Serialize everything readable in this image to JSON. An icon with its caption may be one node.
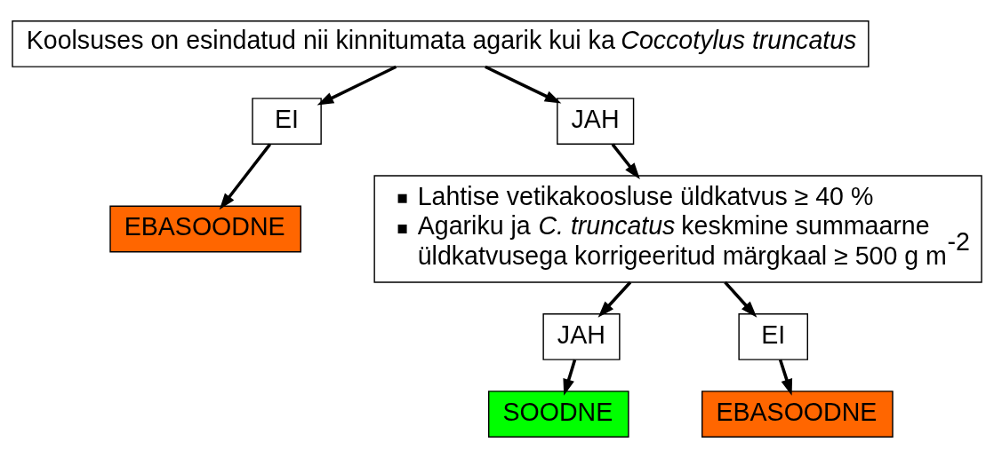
{
  "diagram": {
    "nodes": [
      {
        "text": [
          "Koolsuses on esindatud nii kinnitumata agarik kui ka *Coccotylus truncatus*"
        ]
      },
      {
        "text": [
          "EI"
        ]
      },
      {
        "text": [
          "JAH"
        ]
      },
      {
        "text": [
          "EBASOODNE"
        ]
      },
      {
        "text": [
          "Lahtise vetikakoosluse üldkatvus ≥ 40 %",
          "Agariku ja *C. truncatus* keskmine summaarne üldkatvusega korrigeeritud märgkaal ≥ 500 g m$^{-2}$"
        ]
      },
      {
        "text": [
          "JAH"
        ]
      },
      {
        "text": [
          "EI"
        ]
      },
      {
        "text": [
          "SOODNE"
        ]
      },
      {
        "text": [
          "EBASOODNE"
        ]
      }
    ],
    "edges": [
      {
        "from": 0,
        "to": 1,
        "arrow": "to"
      },
      {
        "from": 0,
        "to": 2,
        "arrow": "to"
      },
      {
        "from": 1,
        "to": 3,
        "arrow": "to"
      },
      {
        "from": 2,
        "to": 4,
        "arrow": "to"
      },
      {
        "from": 4,
        "to": 5,
        "arrow": "to"
      },
      {
        "from": 4,
        "to": 6,
        "arrow": "to"
      },
      {
        "from": 5,
        "to": 7,
        "arrow": "to"
      },
      {
        "from": 6,
        "to": 8,
        "arrow": "to"
      }
    ]
  }
}
